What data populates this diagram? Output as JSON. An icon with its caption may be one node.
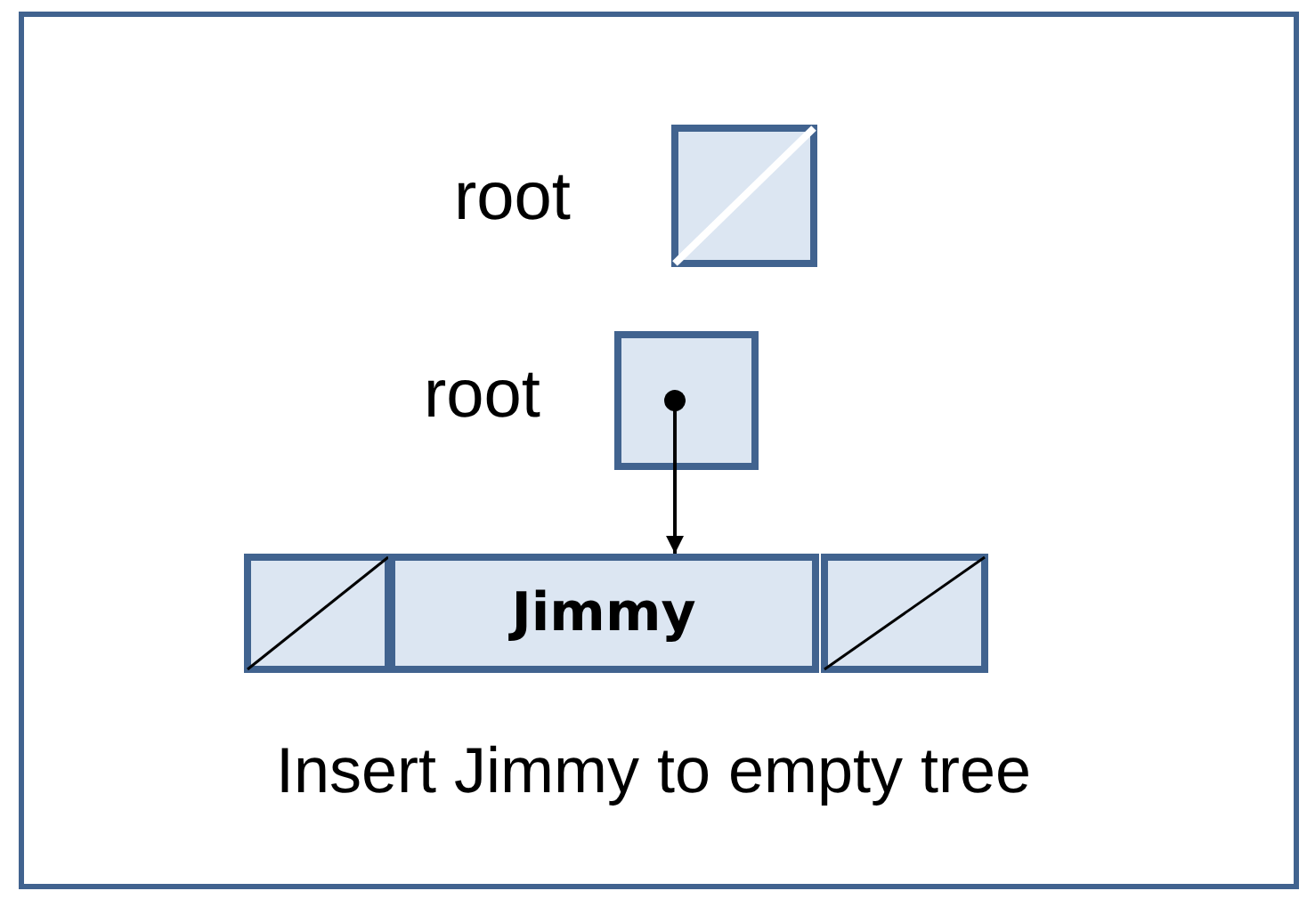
{
  "diagram": {
    "caption": "Insert Jimmy to empty tree",
    "nodes": [
      {
        "text": [],
        "shape": "box",
        "beside": [
          "root"
        ]
      },
      {
        "text": [],
        "shape": "box",
        "beside": [
          "root"
        ]
      },
      {
        "text": [],
        "shape": "box"
      },
      {
        "text": [
          "Jimmy"
        ]
      },
      {
        "text": [],
        "shape": "box"
      }
    ],
    "edges": [
      {
        "from": 1,
        "to": 3,
        "arrow": "to"
      }
    ]
  }
}
